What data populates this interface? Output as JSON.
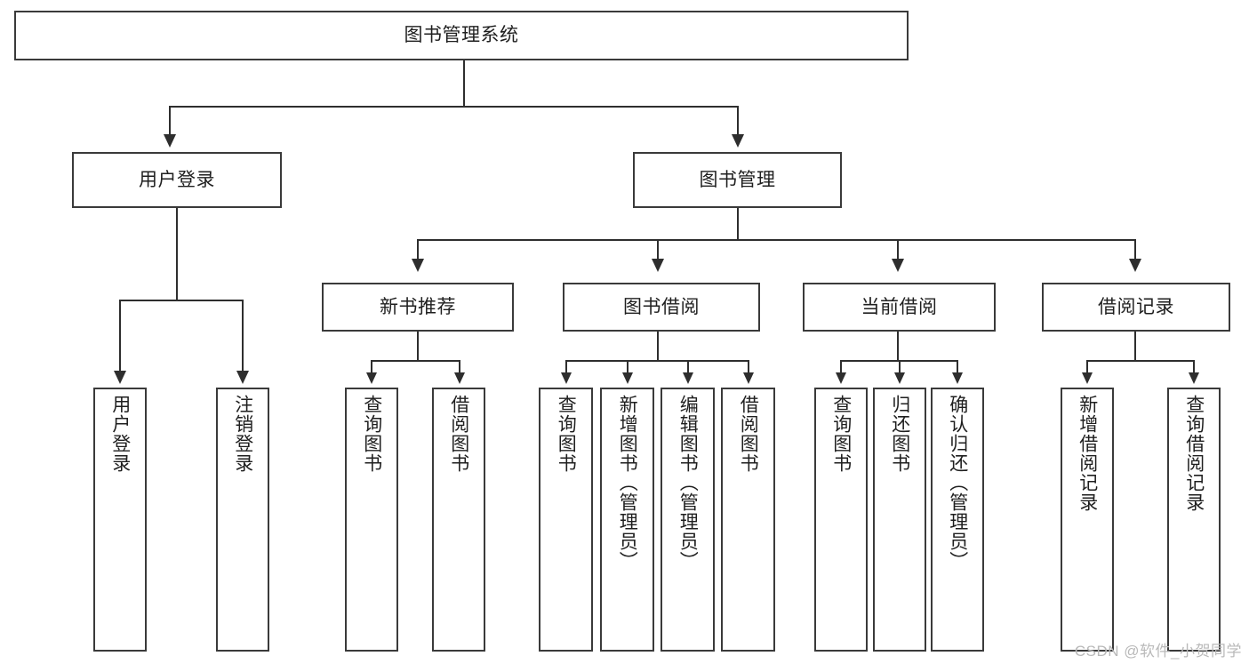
{
  "diagram": {
    "type": "tree",
    "title": "图书管理系统",
    "root": {
      "label": "图书管理系统"
    },
    "level1": [
      {
        "label": "用户登录"
      },
      {
        "label": "图书管理"
      }
    ],
    "level2": [
      {
        "label": "新书推荐"
      },
      {
        "label": "图书借阅"
      },
      {
        "label": "当前借阅"
      },
      {
        "label": "借阅记录"
      }
    ],
    "leaves": {
      "user_login": [
        {
          "label": "用户登录"
        },
        {
          "label": "注销登录"
        }
      ],
      "new_book_recommend": [
        {
          "label": "查询图书"
        },
        {
          "label": "借阅图书"
        }
      ],
      "book_borrow": [
        {
          "label": "查询图书"
        },
        {
          "label": "新增图书（管理员）"
        },
        {
          "label": "编辑图书（管理员）"
        },
        {
          "label": "借阅图书"
        }
      ],
      "current_borrow": [
        {
          "label": "查询图书"
        },
        {
          "label": "归还图书"
        },
        {
          "label": "确认归还（管理员）"
        }
      ],
      "borrow_record": [
        {
          "label": "新增借阅记录"
        },
        {
          "label": "查询借阅记录"
        }
      ]
    }
  },
  "watermark": {
    "text": "CSDN @软件_小贺同学"
  },
  "colors": {
    "background": "#ffffff",
    "box_border": "#3a3a3a",
    "line": "#2e2e2e",
    "text": "#1f1f1f",
    "watermark": "#b9b9b9"
  }
}
